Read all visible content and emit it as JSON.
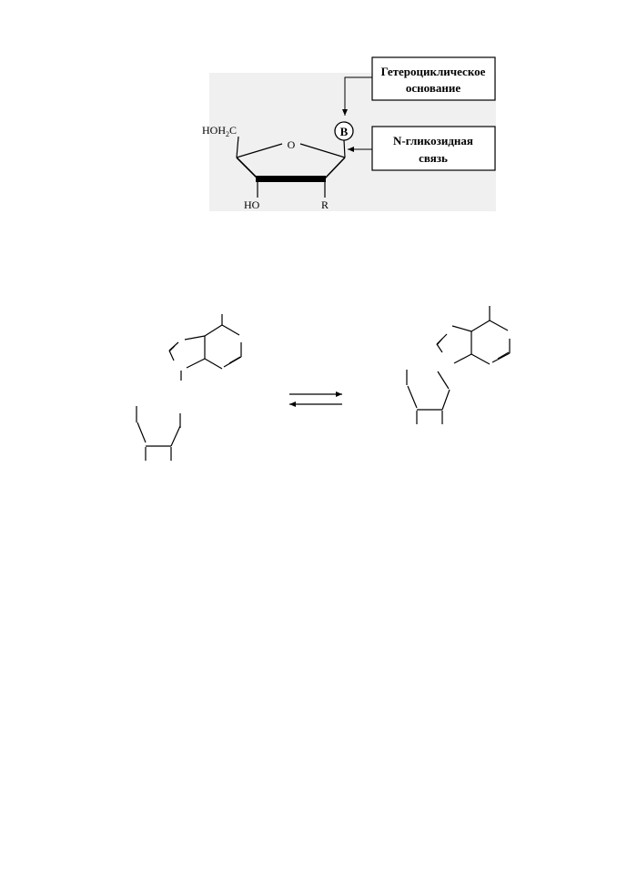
{
  "figure1": {
    "box_top_line1": "Гетероциклическое",
    "box_top_line2": "основание",
    "box_mid_line1": "N-гликозидная",
    "box_mid_line2": "связь",
    "base_symbol": "B",
    "ring_oxygen": "O",
    "hoh2c_main": "HOH",
    "hoh2c_sub": "2",
    "hoh2c_end": "C",
    "ho": "HO",
    "r": "R",
    "background_color": "#f0f0f0"
  },
  "figure2": {
    "arrows": "equilibrium"
  }
}
